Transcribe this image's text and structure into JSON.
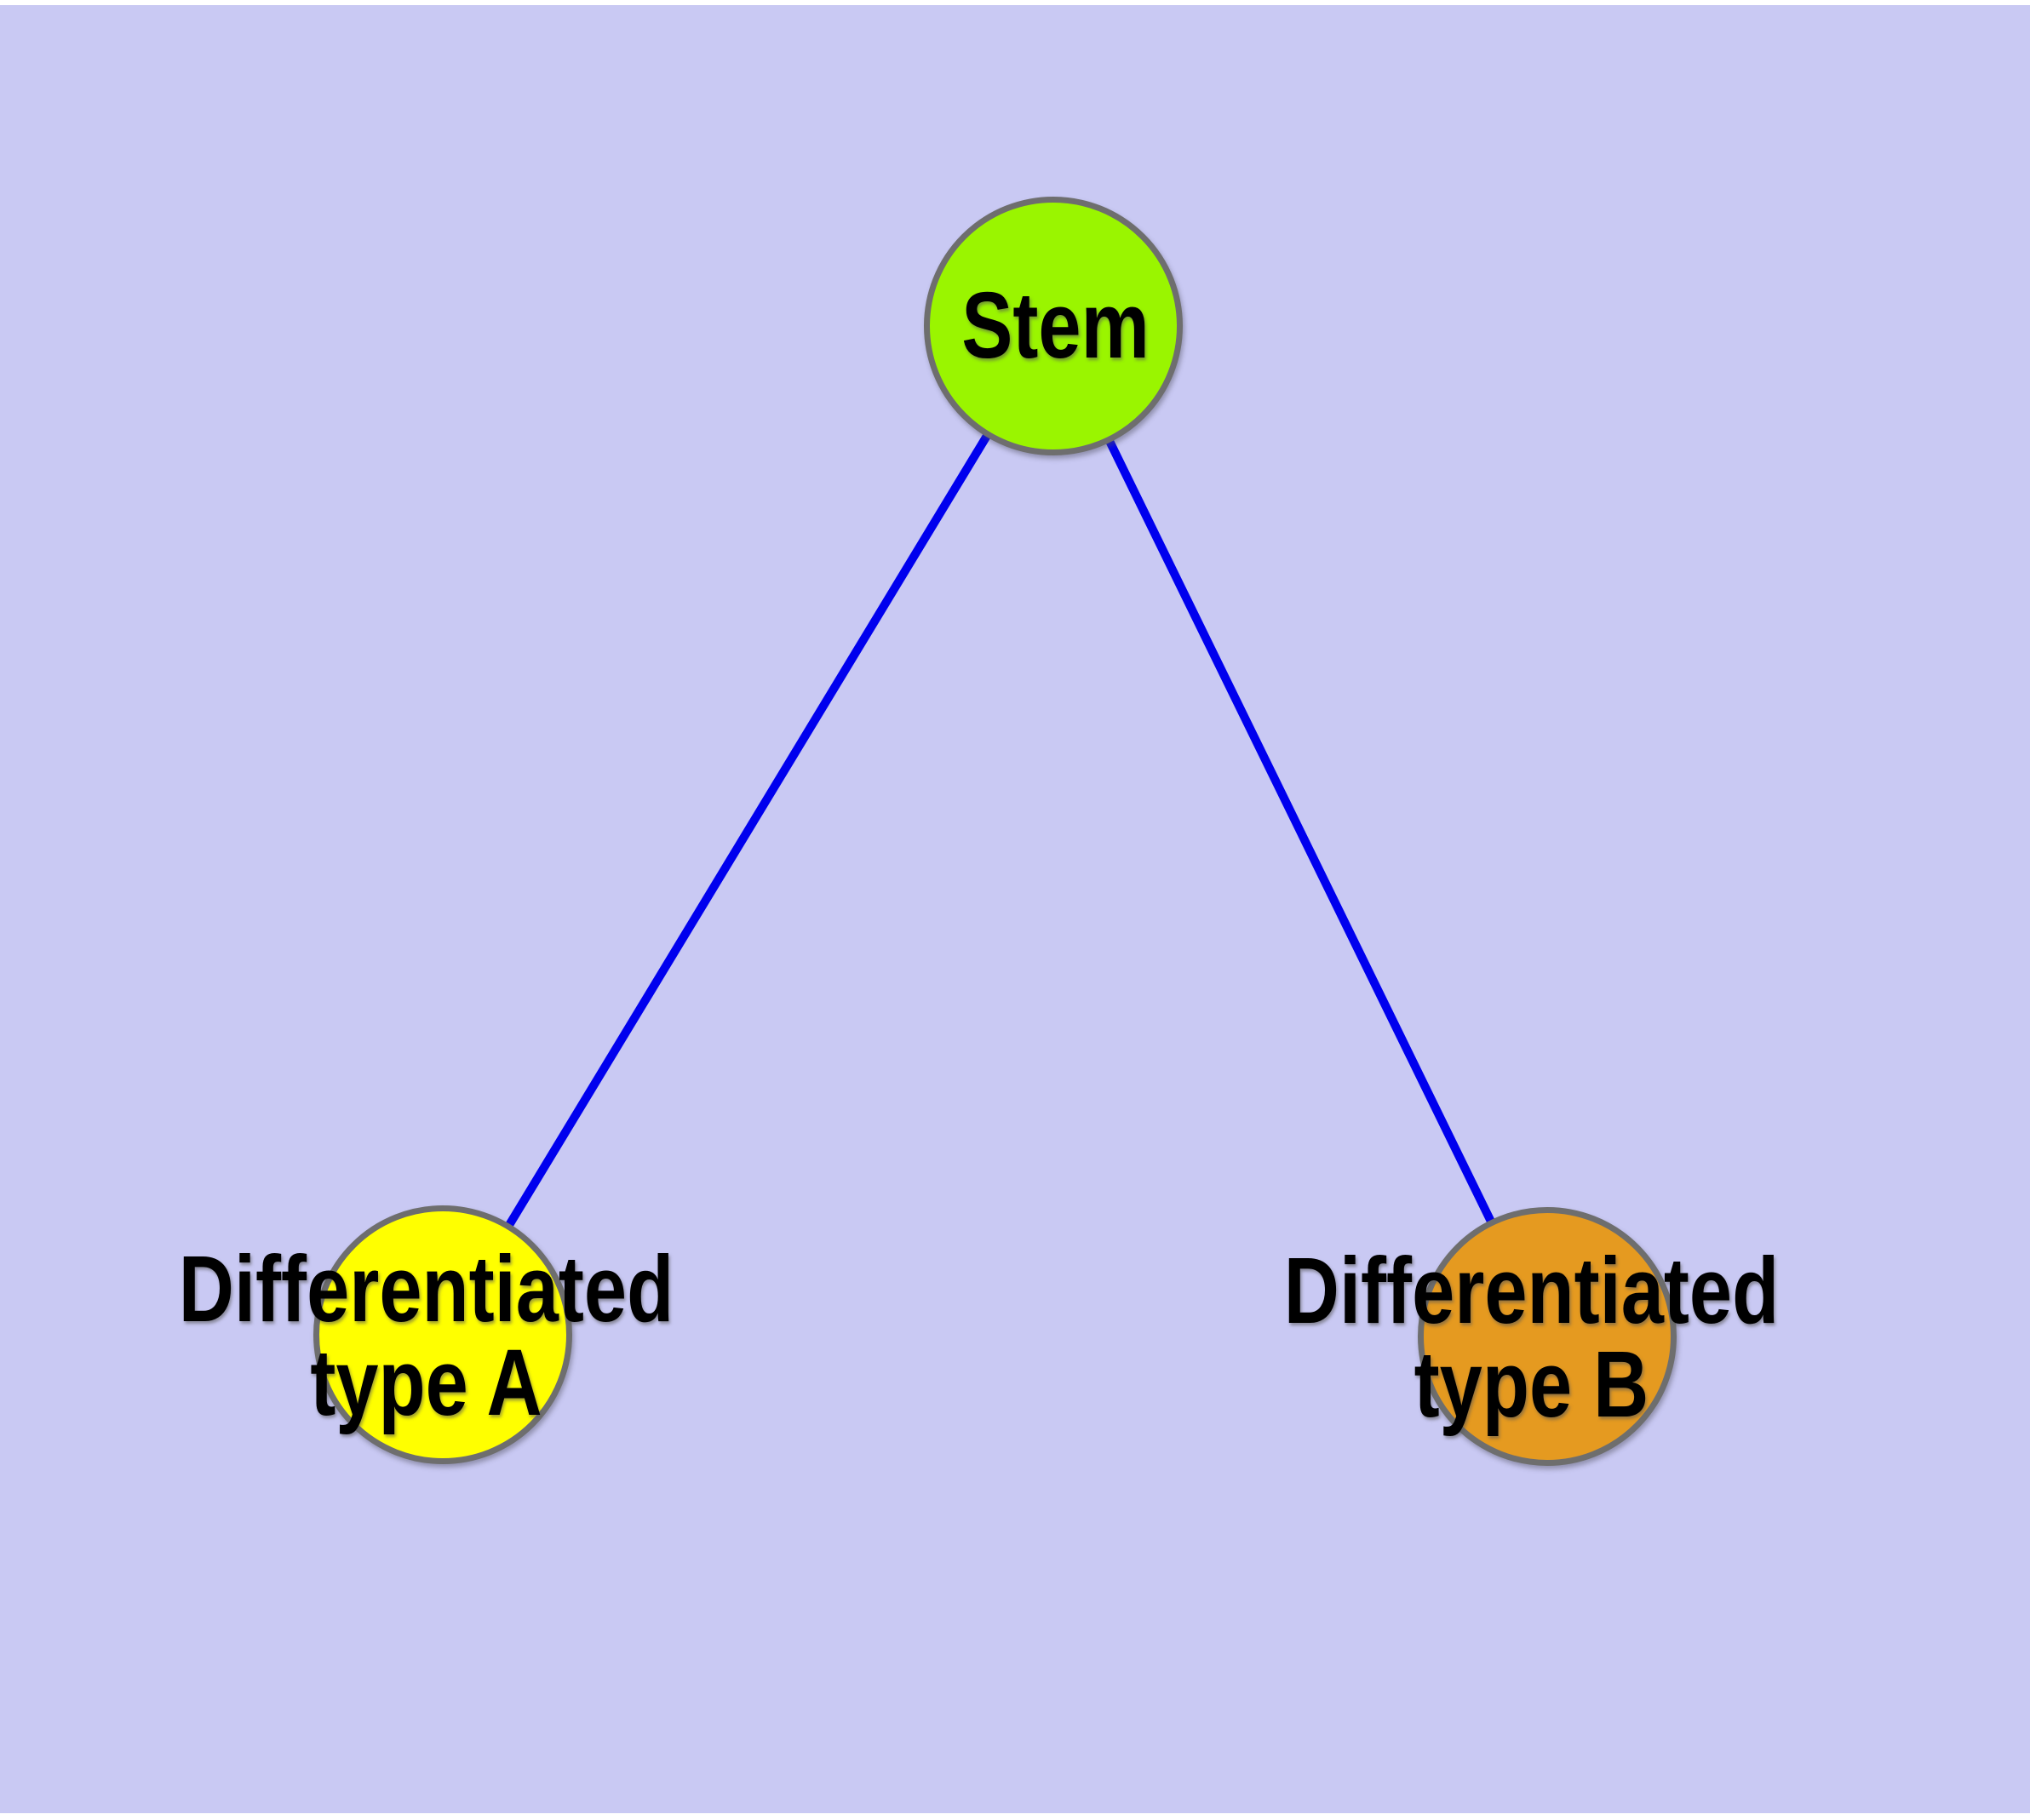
{
  "diagram": {
    "type": "node-link-graph",
    "nodes": [
      {
        "id": "stem",
        "label": "Stem",
        "fill": "#9AF500"
      },
      {
        "id": "differentiated-type-a",
        "label": "Differentiated type A",
        "label_line1": "Differentiated",
        "label_line2": "type A",
        "fill": "#FFFF00"
      },
      {
        "id": "differentiated-type-b",
        "label": "Differentiated type B",
        "label_line1": "Differentiated",
        "label_line2": "type B",
        "fill": "#E59A20"
      }
    ],
    "edges": [
      {
        "from": "stem",
        "to": "differentiated-type-a"
      },
      {
        "from": "stem",
        "to": "differentiated-type-b"
      }
    ]
  },
  "styles": {
    "page_background": "#FFFFFF",
    "plot_background": "#C9C9F3",
    "edge_color": "#0000EE",
    "node_border_color": "#6E6E6E",
    "label_color": "#000000"
  }
}
